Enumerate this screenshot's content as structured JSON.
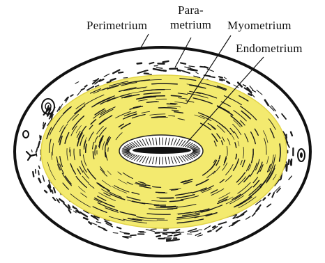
{
  "labels": {
    "perimetrium": "Perimetrium",
    "para_line1": "Para-",
    "para_line2": "metrium",
    "myometrium": "Myometrium",
    "endometrium": "Endometrium"
  },
  "colors": {
    "background": "#ffffff",
    "outline": "#111111",
    "myometrium_fill": "#f3ea6f",
    "myometrium_edge": "#e6d94a",
    "parametrium_fill": "#ffffff",
    "endometrium_fill": "#ffffff",
    "lumen": "#111111"
  }
}
